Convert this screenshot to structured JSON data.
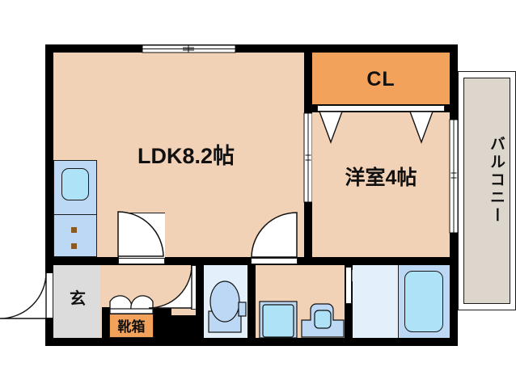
{
  "plan": {
    "type": "apartment-floor-plan",
    "layout_code": "1LDK",
    "rooms": [
      {
        "id": "ldk",
        "label": "LDK8.2帖",
        "kind": "living-dining-kitchen",
        "size_jo": 8.2,
        "floor_color": "#f2d2b6"
      },
      {
        "id": "bedroom",
        "label": "洋室4帖",
        "kind": "western-room",
        "size_jo": 4,
        "floor_color": "#f2d2b6"
      },
      {
        "id": "closet",
        "label": "CL",
        "kind": "closet",
        "floor_color": "#f3a25b"
      },
      {
        "id": "balcony",
        "label": "バルコニー",
        "kind": "balcony",
        "floor_color": "#ddd6cc"
      },
      {
        "id": "entrance",
        "label": "玄",
        "kind": "entrance-doma",
        "floor_color": "#dcdcdc"
      },
      {
        "id": "shoebox",
        "label": "靴箱",
        "kind": "shoe-cabinet",
        "floor_color": "#f3a25b"
      },
      {
        "id": "toilet",
        "label": "",
        "kind": "toilet-room",
        "floor_color": "#e3f0fc"
      },
      {
        "id": "washroom",
        "label": "",
        "kind": "washroom-laundry",
        "floor_color": "#f2d2b6"
      },
      {
        "id": "bath",
        "label": "",
        "kind": "bathroom-unit",
        "floor_color": "#e3f0fc"
      },
      {
        "id": "hallway",
        "label": "",
        "kind": "hallway",
        "floor_color": "#f2d2b6"
      }
    ],
    "fixtures": [
      {
        "id": "kitchen-sink",
        "name": "kitchen-sink",
        "color": "#aee3f7"
      },
      {
        "id": "stove",
        "name": "gas-stove-2-burner",
        "color": "#bcd8f5",
        "burners": 2
      },
      {
        "id": "toilet-bowl",
        "name": "toilet",
        "color": "#bcd8f5"
      },
      {
        "id": "washing-machine",
        "name": "washing-machine-pan",
        "color": "#aee3f7"
      },
      {
        "id": "vanity-basin",
        "name": "vanity-wash-basin",
        "color": "#aee3f7"
      },
      {
        "id": "bathtub",
        "name": "bathtub",
        "color": "#aee3f7"
      }
    ],
    "openings": [
      {
        "id": "entrance-door",
        "name": "entrance-door",
        "type": "hinged-out"
      },
      {
        "id": "window-top",
        "name": "living-window",
        "type": "sliding-window"
      },
      {
        "id": "ldk-door-left",
        "name": "hall-to-ldk-door",
        "type": "hinged"
      },
      {
        "id": "ldk-door-right",
        "name": "hall-to-ldk-door-2",
        "type": "hinged"
      },
      {
        "id": "toilet-door",
        "name": "toilet-door",
        "type": "hinged"
      },
      {
        "id": "bath-door",
        "name": "bathroom-door",
        "type": "folding"
      },
      {
        "id": "closet-doors",
        "name": "closet-folding-doors",
        "type": "folding"
      },
      {
        "id": "shoebox-doors",
        "name": "shoe-cabinet-doors",
        "type": "double-hinged"
      },
      {
        "id": "bedroom-door",
        "name": "ldk-to-bedroom-door",
        "type": "sliding"
      },
      {
        "id": "balcony-door",
        "name": "bedroom-to-balcony",
        "type": "sliding"
      }
    ],
    "colors": {
      "wall": "#000000",
      "room_floor": "#f2d2b6",
      "closet_floor": "#f3a25b",
      "balcony_floor": "#ddd6cc",
      "entrance_floor": "#dcdcdc",
      "water_floor": "#e3f0fc",
      "fixture_blue": "#bcd8f5",
      "water_cyan": "#aee3f7",
      "background": "#ffffff"
    }
  }
}
